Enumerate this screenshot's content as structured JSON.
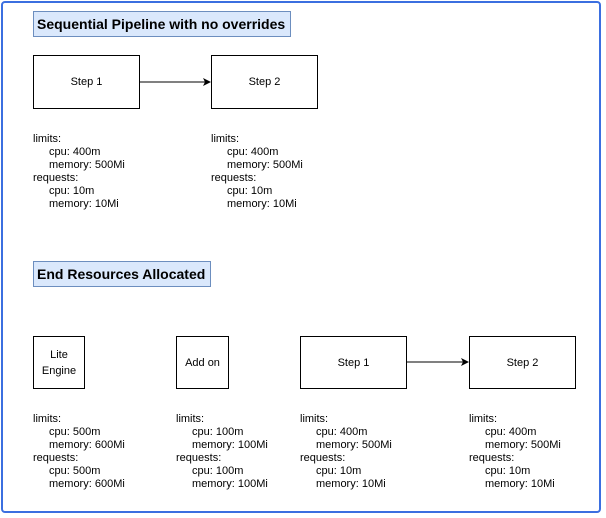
{
  "section1": {
    "title": "Sequential Pipeline with no overrides",
    "nodes": [
      {
        "label": "Step 1"
      },
      {
        "label": "Step 2"
      }
    ],
    "resources": [
      {
        "limits_label": "limits:",
        "limits_cpu": "cpu: 400m",
        "limits_memory": "memory: 500Mi",
        "requests_label": "requests:",
        "requests_cpu": "cpu: 10m",
        "requests_memory": "memory: 10Mi"
      },
      {
        "limits_label": "limits:",
        "limits_cpu": "cpu: 400m",
        "limits_memory": "memory: 500Mi",
        "requests_label": "requests:",
        "requests_cpu": "cpu: 10m",
        "requests_memory": "memory: 10Mi"
      }
    ]
  },
  "section2": {
    "title": "End Resources Allocated",
    "nodes": [
      {
        "label_line1": "Lite",
        "label_line2": "Engine"
      },
      {
        "label": "Add on"
      },
      {
        "label": "Step 1"
      },
      {
        "label": "Step 2"
      }
    ],
    "resources": [
      {
        "limits_label": "limits:",
        "limits_cpu": "cpu: 500m",
        "limits_memory": "memory: 600Mi",
        "requests_label": "requests:",
        "requests_cpu": "cpu: 500m",
        "requests_memory": "memory: 600Mi"
      },
      {
        "limits_label": "limits:",
        "limits_cpu": "cpu: 100m",
        "limits_memory": "memory: 100Mi",
        "requests_label": "requests:",
        "requests_cpu": "cpu: 100m",
        "requests_memory": "memory: 100Mi"
      },
      {
        "limits_label": "limits:",
        "limits_cpu": "cpu: 400m",
        "limits_memory": "memory: 500Mi",
        "requests_label": "requests:",
        "requests_cpu": "cpu: 10m",
        "requests_memory": "memory: 10Mi"
      },
      {
        "limits_label": "limits:",
        "limits_cpu": "cpu: 400m",
        "limits_memory": "memory: 500Mi",
        "requests_label": "requests:",
        "requests_cpu": "cpu: 10m",
        "requests_memory": "memory: 10Mi"
      }
    ]
  },
  "colors": {
    "frame_border": "#3b6fe0",
    "title_fill": "#dae8fc",
    "title_border": "#6c8ebf"
  }
}
